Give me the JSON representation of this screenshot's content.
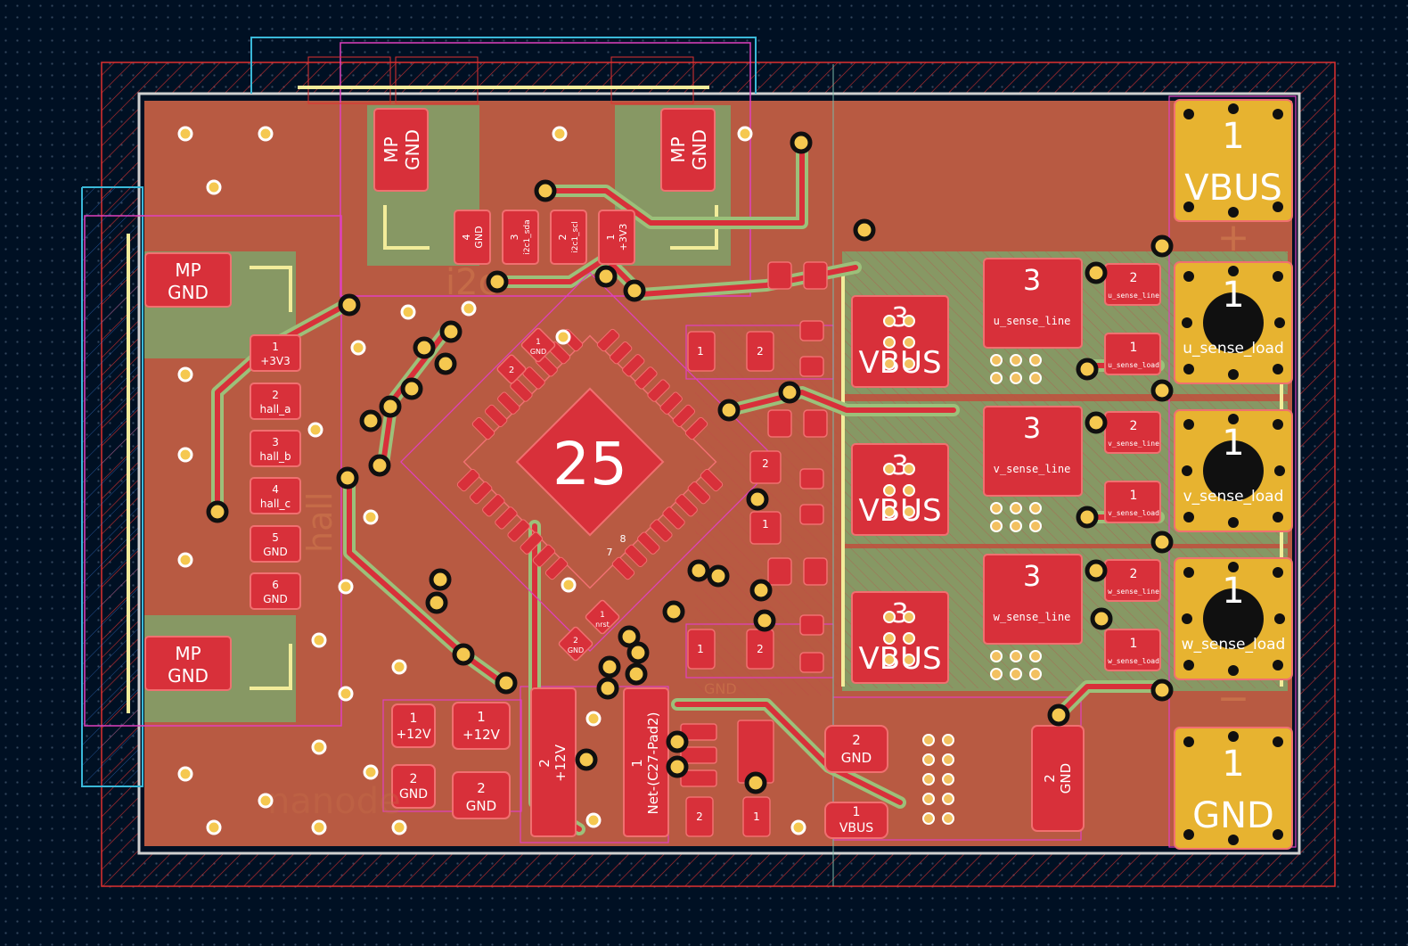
{
  "colors": {
    "background": "#001023",
    "board_fill": "#b85a42",
    "pad_red": "#d8303a",
    "pad_outline": "#f07070",
    "gold_terminal": "#e7b330",
    "zone_green": "#7ea36a",
    "track_green": "#9cc07a",
    "silk_yellow": "#f2ec9a",
    "courtyard_magenta": "#e040c0",
    "outline_cyan": "#3ab8d8",
    "keepout_red": "#e03030",
    "edge_grey": "#d0d0d0",
    "via": "#f2c060"
  },
  "pads": {
    "mp_gnd_num": "MP",
    "mp_gnd_net": "GND",
    "i2c": [
      {
        "num": "4",
        "net": "GND"
      },
      {
        "num": "3",
        "net": "i2c1_sda"
      },
      {
        "num": "2",
        "net": "i2c1_scl"
      },
      {
        "num": "1",
        "net": "+3V3"
      }
    ],
    "hall": [
      {
        "num": "1",
        "net": "+3V3"
      },
      {
        "num": "2",
        "net": "hall_a"
      },
      {
        "num": "3",
        "net": "hall_b"
      },
      {
        "num": "4",
        "net": "hall_c"
      },
      {
        "num": "5",
        "net": "GND"
      },
      {
        "num": "6",
        "net": "GND"
      }
    ],
    "mcu_center": "25",
    "mcu_pad_1": {
      "num": "1",
      "net": "GND"
    },
    "mcu_pin_8": "8",
    "mcu_pin_7": "7",
    "reset": {
      "num": "1",
      "net": "nrst"
    },
    "reset_gnd": {
      "num": "2",
      "net": "GND"
    },
    "cap_12v_a": {
      "num": "1",
      "net": "+12V"
    },
    "cap_12v_b": {
      "num": "1",
      "net": "+12V"
    },
    "cap_gnd_a": {
      "num": "2",
      "net": "GND"
    },
    "cap_gnd_b": {
      "num": "2",
      "net": "GND"
    },
    "big_12v": {
      "num": "2",
      "net": "+12V"
    },
    "net_c27": {
      "num": "1",
      "net": "Net-(C27-Pad2)"
    },
    "reg_gnd": {
      "num": "2",
      "net": "GND"
    },
    "reg_vbus": {
      "num": "1",
      "net": "VBUS"
    },
    "inductor_gnd": {
      "num": "2",
      "net": "GND"
    },
    "mosfet_num": "3",
    "mosfet_net": "VBUS",
    "sense": [
      {
        "num": "3",
        "line": "u_sense_line",
        "top": "2",
        "top_net": "u_sense_line",
        "bot": "1",
        "bot_net": "u_sense_load"
      },
      {
        "num": "3",
        "line": "v_sense_line",
        "top": "2",
        "top_net": "v_sense_line",
        "bot": "1",
        "bot_net": "v_sense_load"
      },
      {
        "num": "3",
        "line": "w_sense_line",
        "top": "2",
        "top_net": "w_sense_line",
        "bot": "1",
        "bot_net": "w_sense_load"
      }
    ],
    "terminals": [
      {
        "num": "1",
        "net": "VBUS"
      },
      {
        "num": "1",
        "net": "u_sense_load"
      },
      {
        "num": "1",
        "net": "v_sense_load"
      },
      {
        "num": "1",
        "net": "w_sense_load"
      },
      {
        "num": "1",
        "net": "GND"
      }
    ],
    "small": {
      "one": "1",
      "two": "2"
    }
  },
  "silkscreen": {
    "plus": "+",
    "minus": "−",
    "i2c_text": "i2c",
    "hall_text": "hall",
    "vbus_sense": "VBUS",
    "gnd_text": "GND",
    "3v3_text": "+3V3",
    "nanode": "nanode"
  }
}
